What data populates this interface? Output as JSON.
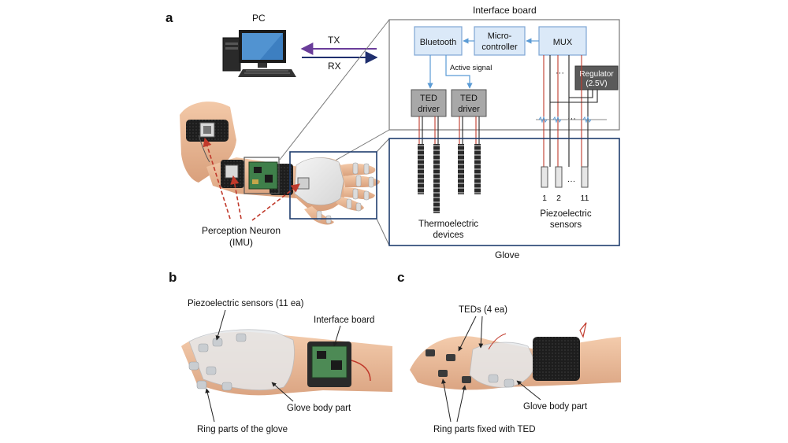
{
  "panel_a": {
    "letter": "a",
    "pc_label": "PC",
    "tx_label": "TX",
    "rx_label": "RX",
    "interface_board_title": "Interface board",
    "bluetooth": "Bluetooth",
    "microcontroller_line1": "Micro-",
    "microcontroller_line2": "controller",
    "mux": "MUX",
    "regulator_line1": "Regulator",
    "regulator_line2": "(2.5V)",
    "active_signal": "Active signal",
    "ted_driver_line1": "TED",
    "ted_driver_line2": "driver",
    "ellipsis": "···",
    "sensor_numbers": [
      "1",
      "2",
      "···",
      "11"
    ],
    "thermoelectric_line1": "Thermoelectric",
    "thermoelectric_line2": "devices",
    "piezo_line1": "Piezoelectric",
    "piezo_line2": "sensors",
    "glove_label": "Glove",
    "perception_line1": "Perception Neuron",
    "perception_line2": "(IMU)"
  },
  "panel_b": {
    "letter": "b",
    "piezo_callout": "Piezoelectric sensors (11 ea)",
    "interface_callout": "Interface board",
    "glove_body_callout": "Glove body part",
    "ring_callout": "Ring parts of the glove"
  },
  "panel_c": {
    "letter": "c",
    "teds_callout": "TEDs (4 ea)",
    "glove_body_callout": "Glove body part",
    "ring_callout": "Ring parts fixed with TED"
  },
  "colors": {
    "tx_arrow": "#6a3d9a",
    "rx_arrow": "#1f2f6e",
    "module_fill": "#dbe9f8",
    "module_stroke": "#7ea6d4",
    "driver_fill": "#a8a8a8",
    "regulator_fill": "#5a5a5a",
    "glove_frame": "#1f3d6e",
    "imu_dash": "#c0392b",
    "red_wire": "#c0392b",
    "signal_line": "#5b9bd5"
  }
}
